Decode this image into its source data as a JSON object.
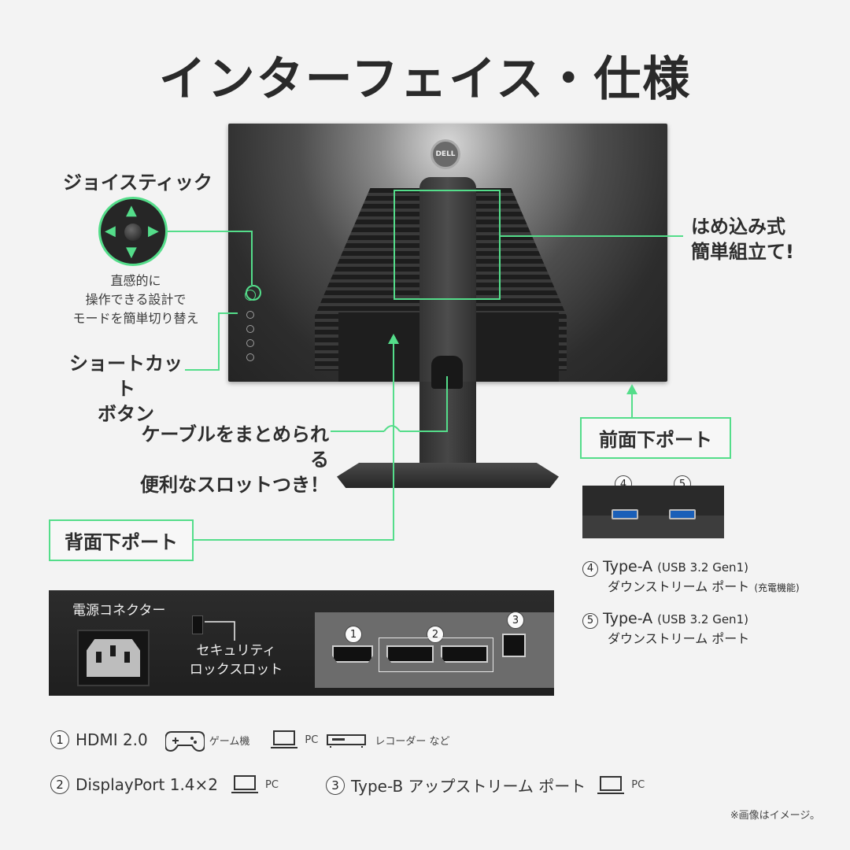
{
  "title": "インターフェイス・仕様",
  "monitor": {
    "logo": "DELL"
  },
  "joystick": {
    "heading": "ジョイスティック",
    "desc": [
      "直感的に",
      "操作できる設計で",
      "モードを簡単切り替え"
    ]
  },
  "shortcut": {
    "heading_lines": [
      "ショートカット",
      "ボタン"
    ]
  },
  "assembly": {
    "lines": [
      "はめ込み式",
      "簡単組立て!"
    ]
  },
  "cable": {
    "lines": [
      "ケーブルをまとめられる",
      "便利なスロットつき！"
    ]
  },
  "labels": {
    "front_ports": "前面下ポート",
    "rear_ports": "背面下ポート"
  },
  "front_ports": [
    {
      "num": "4",
      "name": "Type-A",
      "spec": "(USB 3.2 Gen1)",
      "line2": "ダウンストリーム ポート",
      "extra": "(充電機能)"
    },
    {
      "num": "5",
      "name": "Type-A",
      "spec": "(USB 3.2 Gen1)",
      "line2": "ダウンストリーム ポート",
      "extra": ""
    }
  ],
  "rear_panel": {
    "power_label": "電源コネクター",
    "security_lines": [
      "セキュリティ",
      "ロックスロット"
    ],
    "port_numbers": [
      "1",
      "2",
      "3"
    ]
  },
  "legend": {
    "hdmi": {
      "num": "1",
      "name": "HDMI 2.0",
      "game": "ゲーム機",
      "pc": "PC",
      "recorder": "レコーダー など"
    },
    "dp": {
      "num": "2",
      "name": "DisplayPort 1.4×2",
      "pc": "PC"
    },
    "typeb": {
      "num": "3",
      "name": "Type-B アップストリーム ポート",
      "pc": "PC"
    }
  },
  "footnote": "※画像はイメージ。",
  "colors": {
    "accent": "#54dd8a",
    "background": "#f3f3f3",
    "usb_blue": "#1a5fb8"
  },
  "icons": [
    "gamepad-icon",
    "laptop-icon",
    "recorder-icon",
    "arrow-up-icon",
    "arrow-down-icon",
    "arrow-left-icon",
    "arrow-right-icon"
  ]
}
